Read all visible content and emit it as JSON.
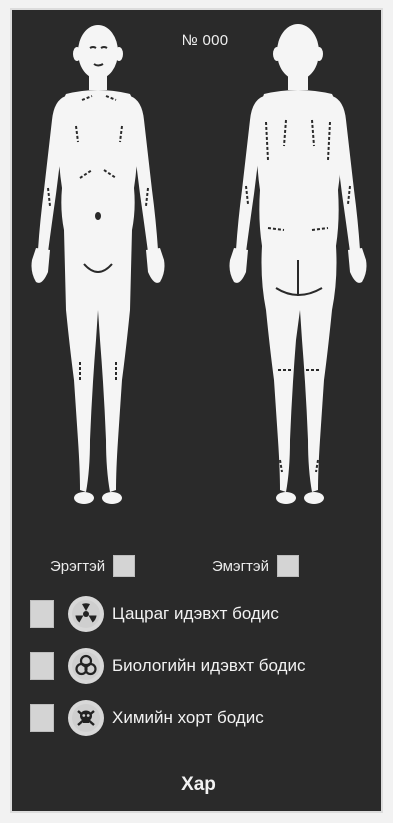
{
  "card": {
    "number": "№ 000",
    "sex": {
      "male_label": "Эрэгтэй",
      "female_label": "Эмэгтэй"
    },
    "hazards": [
      {
        "label": "Цацраг идэвхт бодис",
        "icon": "radiation-icon"
      },
      {
        "label": "Биологийн идэвхт бодис",
        "icon": "biohazard-icon"
      },
      {
        "label": "Химийн хорт бодис",
        "icon": "skull-crossbones-icon"
      }
    ],
    "footer_label": "Хар"
  },
  "colors": {
    "card_background": "#2a2a2a",
    "figure_fill": "#f5f5f5",
    "checkbox_fill": "#d4d4d4",
    "text": "#f2f2f2"
  }
}
